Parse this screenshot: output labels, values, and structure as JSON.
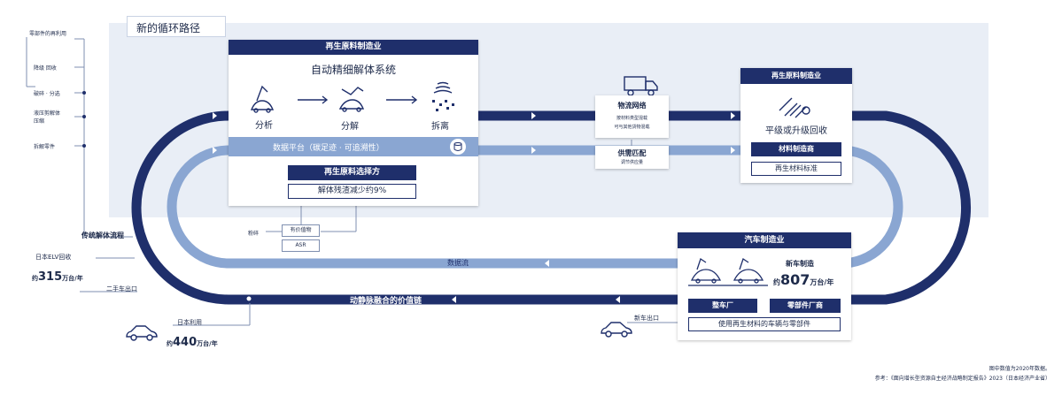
{
  "title": "新的循环路径",
  "left_list": {
    "items": [
      "零部件的再利用",
      "降级 回收",
      "破碎 · 分选",
      "液压剪解体\n压缩",
      "拆解零件"
    ]
  },
  "main_panel": {
    "header": "再生原料制造业",
    "subtitle": "自动精细解体系统",
    "steps": [
      "分析",
      "分解",
      "拆离"
    ],
    "data_platform": "数据平台（碳足迹 · 可追溯性）",
    "select_label": "再生原料选择方",
    "reduce_label": "解体残渣减少约9%"
  },
  "logistics": {
    "title": "物流网络",
    "desc1": "按材料类型混载",
    "desc2": "可与其他货物混载"
  },
  "supply": {
    "title": "供需匹配",
    "desc": "调节供应量"
  },
  "right_panel": {
    "header": "再生原料制造业",
    "main_text": "平级或升级回收",
    "material_maker": "材料制造商",
    "material_std": "再生材料标准"
  },
  "auto_panel": {
    "header": "汽车制造业",
    "new_car_title": "新车制造",
    "new_car_prefix": "约",
    "new_car_value": "807",
    "new_car_unit": "万台/年",
    "btn_oem": "整车厂",
    "btn_parts": "零部件厂商",
    "use_label": "使用再生材料的车辆与零部件"
  },
  "small_boxes": {
    "crush": "粉碎",
    "valuable": "有价值物",
    "asr": "ASR"
  },
  "flows": {
    "traditional": "传统解体流程",
    "data_flow": "数据流",
    "value_chain": "动静脉融合的价值链",
    "used_car_export": "二手车出口",
    "new_car_export": "新车出口"
  },
  "stats": {
    "elv_title": "日本ELV回收",
    "elv_prefix": "约",
    "elv_value": "315",
    "elv_unit": "万台/年",
    "jp_use_title": "日本利用",
    "jp_use_prefix": "约",
    "jp_use_value": "440",
    "jp_use_unit": "万台/年"
  },
  "footer": {
    "note": "图中数值为2020年数据。",
    "source": "参考：《面向增长型资源自主经济战略制定报告》2023（日本经济产业省）"
  },
  "colors": {
    "navy": "#1f2f6b",
    "mid_blue": "#7f9fcf",
    "light_blue": "#b9cbe6",
    "band": "#e9eef6"
  }
}
